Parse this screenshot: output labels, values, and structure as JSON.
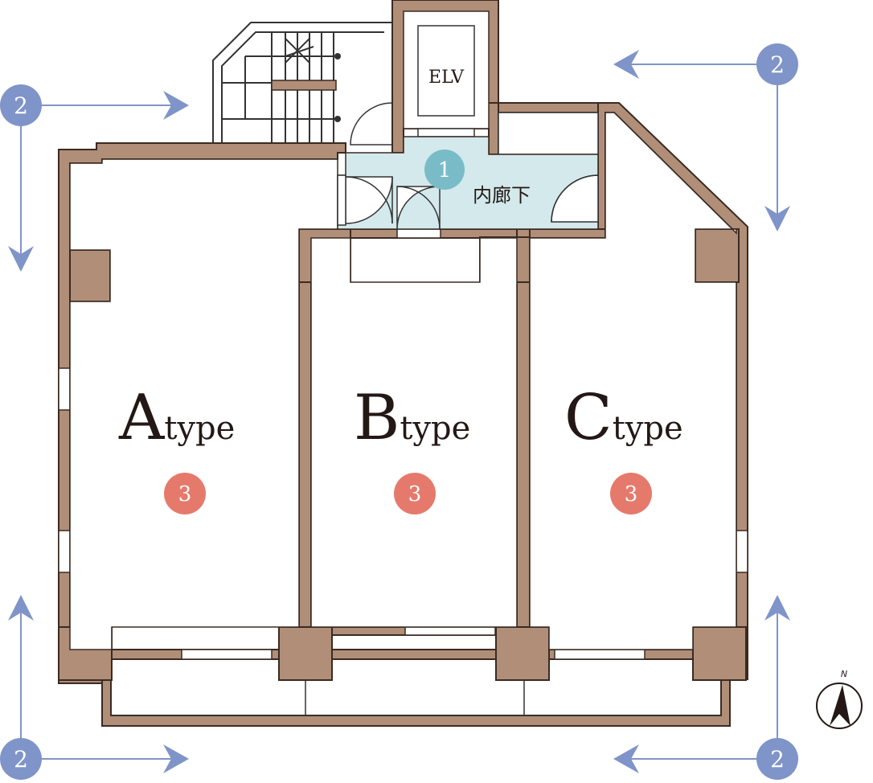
{
  "labels": {
    "elevator": "ELV",
    "corridor": "内廊下",
    "unit_a_letter": "A",
    "unit_b_letter": "B",
    "unit_c_letter": "C",
    "type_suffix": "type",
    "north": "N"
  },
  "markers": {
    "corridor": "1",
    "exterior": "2",
    "unit": "3"
  },
  "colors": {
    "wall": "#b08e78",
    "wall_stroke": "#3a2a22",
    "corridor_fill": "#d3e9ec",
    "marker_corridor": "#79bcc8",
    "marker_exterior": "#7f94c8",
    "marker_unit": "#e57a6c",
    "arrow": "#7f94c8"
  }
}
